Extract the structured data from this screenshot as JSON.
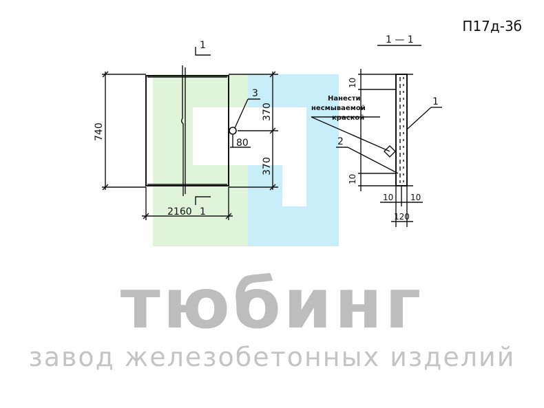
{
  "drawing_code": "П17д-3б",
  "section_title": "1 — 1",
  "section_mark": "1",
  "dimensions": {
    "overall_height": "740",
    "upper_height": "370",
    "lower_height": "370",
    "width": "2160",
    "offset": "80",
    "top_edge": "10",
    "bottom_edge": "10",
    "left_edge": "10",
    "right_edge": "10",
    "thickness": "120"
  },
  "callouts": {
    "panel": "1",
    "lifting_loop": "2",
    "embedded_part": "3"
  },
  "note": {
    "line1": "Нанести",
    "line2": "несмываемой",
    "line3": "краской"
  },
  "brand": {
    "name": "тюбинг",
    "tagline": "завод железобетонных изделий"
  },
  "colors": {
    "logo_green": "#dff4da",
    "logo_blue": "#c7eef9",
    "watermark_gray": "#bdbdbd",
    "ink": "#111111"
  }
}
